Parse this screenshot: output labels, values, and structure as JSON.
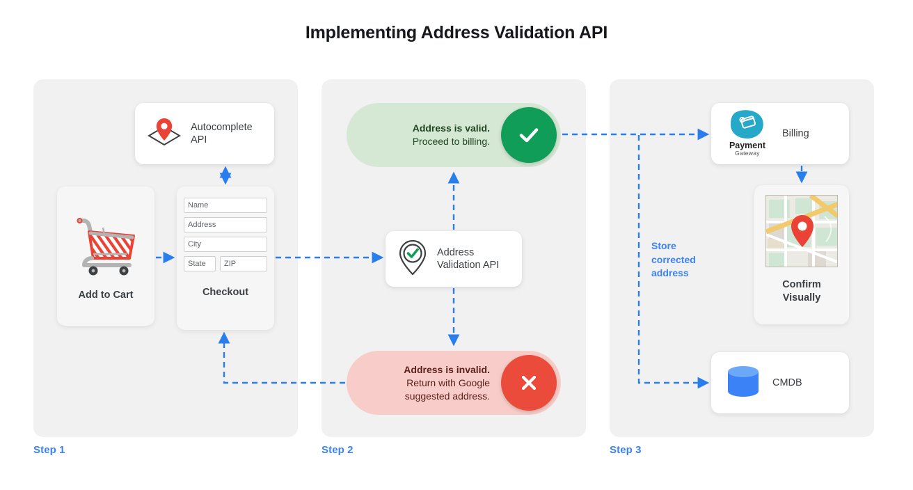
{
  "title": "Implementing Address Validation API",
  "colors": {
    "panel_bg": "#f1f1f1",
    "accent_blue": "#3b82f6",
    "valid_bg": "#d5e8d4",
    "valid_badge": "#0f9d58",
    "invalid_bg": "#f8cdc9",
    "invalid_badge": "#ea4b3a",
    "pin_red": "#ea4335",
    "db_blue": "#3b82f6",
    "payment_teal": "#26a8c8"
  },
  "steps": [
    {
      "label": "Step 1"
    },
    {
      "label": "Step 2"
    },
    {
      "label": "Step 3"
    }
  ],
  "step1": {
    "autocomplete": {
      "label_line1": "Autocomplete",
      "label_line2": "API",
      "icon": "map-pin-diamond-icon"
    },
    "cart": {
      "label": "Add to Cart",
      "icon": "shopping-cart-icon"
    },
    "checkout": {
      "label": "Checkout",
      "fields": [
        {
          "name": "name",
          "placeholder": "Name"
        },
        {
          "name": "address",
          "placeholder": "Address"
        },
        {
          "name": "city",
          "placeholder": "City"
        },
        {
          "name": "state",
          "placeholder": "State"
        },
        {
          "name": "zip",
          "placeholder": "ZIP"
        }
      ]
    }
  },
  "step2": {
    "valid": {
      "line1": "Address is valid.",
      "line2": "Proceed to billing.",
      "badge_icon": "check-icon"
    },
    "invalid": {
      "line1": "Address is invalid.",
      "line2": "Return with Google",
      "line3": "suggested address.",
      "badge_icon": "close-icon"
    },
    "api": {
      "label_line1": "Address",
      "label_line2": "Validation API",
      "icon": "pin-check-icon"
    }
  },
  "step3": {
    "billing": {
      "label": "Billing",
      "logo_line1": "Payment",
      "logo_line2": "Gateway",
      "icon": "payment-gateway-icon"
    },
    "confirm": {
      "label_line1": "Confirm",
      "label_line2": "Visually",
      "icon": "map-thumbnail-icon"
    },
    "cmdb": {
      "label": "CMDB",
      "icon": "database-icon"
    },
    "store_note": {
      "line1": "Store",
      "line2": "corrected",
      "line3": "address"
    }
  }
}
